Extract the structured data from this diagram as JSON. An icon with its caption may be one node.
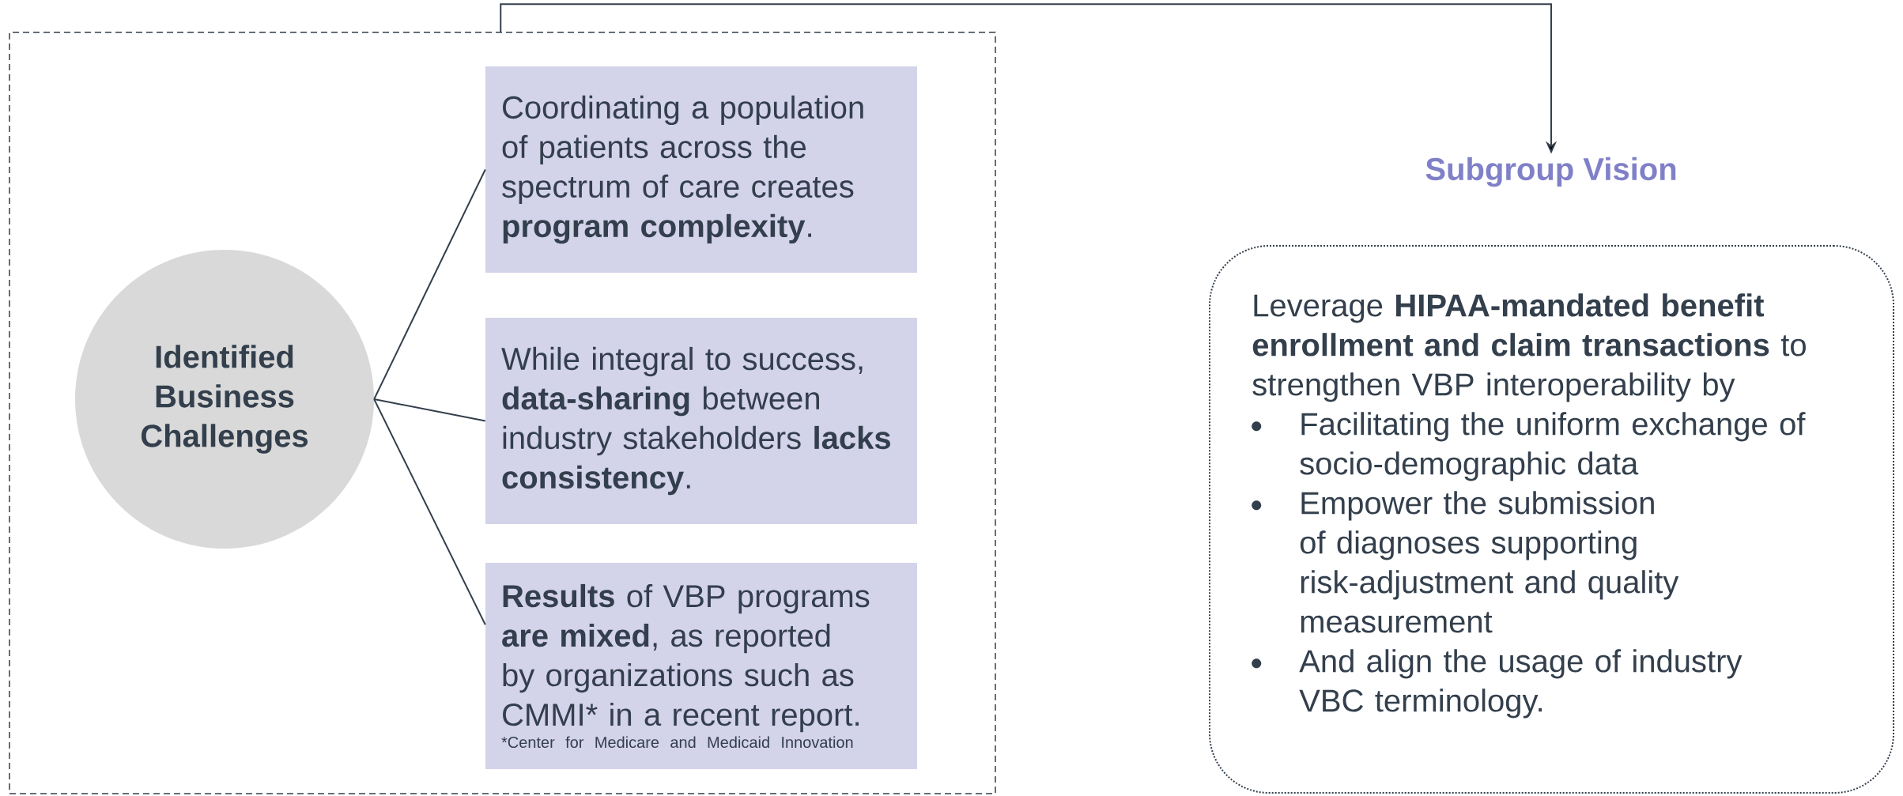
{
  "diagram": {
    "nodes": [
      {
        "text": [],
        "shape": "box"
      },
      {
        "text": [
          "Identified Business Challenges"
        ],
        "in": 0
      },
      {
        "text": [
          "Coordinating a population of patients across the spectrum of care creates **program complexity**."
        ],
        "in": 0
      },
      {
        "text": [
          "While integral to success, **data-sharing** between industry stakeholders **lacks consistency**."
        ],
        "in": 0
      },
      {
        "text": [
          "**Results** of VBP programs **are mixed**, as reported by organizations such as CMMI* in a recent report.",
          "*Center for Medicare and Medicaid Innovation"
        ],
        "in": 0
      },
      {
        "text": [
          "Subgroup Vision"
        ]
      },
      {
        "text": [
          "Leverage **HIPAA-mandated benefit enrollment and claim transactions** to strengthen VBP interoperability by",
          "Facilitating the uniform exchange of socio-demographic data",
          "Empower the submission of diagnoses supporting risk-adjustment and quality measurement",
          "And align the usage of industry VBC terminology."
        ]
      }
    ],
    "edges": [
      {
        "from": 0,
        "to": 5,
        "arrow": "to"
      },
      {
        "from": 1,
        "to": 2,
        "arrow": "none"
      },
      {
        "from": 1,
        "to": 3,
        "arrow": "none"
      },
      {
        "from": 1,
        "to": 4,
        "arrow": "none"
      }
    ]
  }
}
